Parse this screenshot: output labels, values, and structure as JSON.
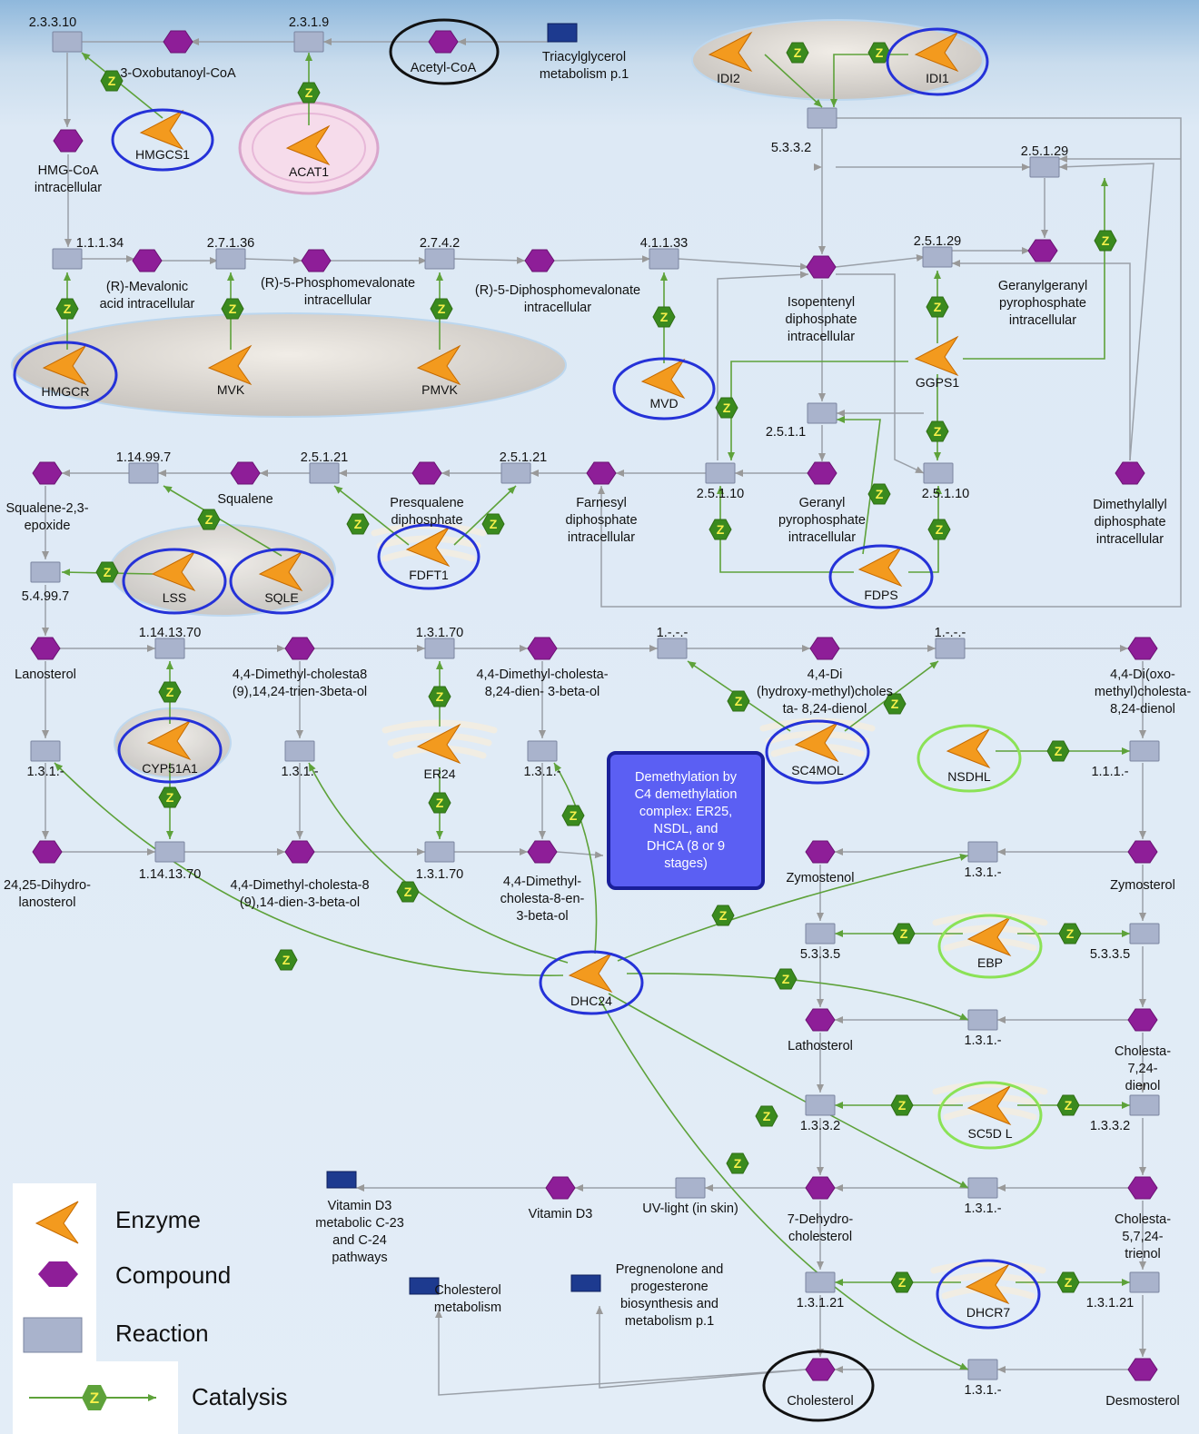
{
  "compounds": [
    {
      "id": "3oxo",
      "label": "3-Oxobutanoyl-CoA"
    },
    {
      "id": "acetyl",
      "label": "Acetyl-CoA"
    },
    {
      "id": "hmgcoa",
      "label": "HMG-CoA\nintracellular"
    },
    {
      "id": "mevalonic",
      "label": "(R)-Mevalonic\nacid intracellular"
    },
    {
      "id": "phosphomev",
      "label": "(R)-5-Phosphomevalonate\nintracellular"
    },
    {
      "id": "diphosphomev",
      "label": "(R)-5-Diphosphomevalonate\nintracellular"
    },
    {
      "id": "ipp",
      "label": "Isopentenyl\ndiphosphate\nintracellular"
    },
    {
      "id": "ggpp",
      "label": "Geranylgeranyl\npyrophosphate\nintracellular"
    },
    {
      "id": "squalene_epox",
      "label": "Squalene-2,3-\nepoxide"
    },
    {
      "id": "squalene",
      "label": "Squalene"
    },
    {
      "id": "presqualene",
      "label": "Presqualene\ndiphosphate"
    },
    {
      "id": "farnesyl",
      "label": "Farnesyl\ndiphosphate\nintracellular"
    },
    {
      "id": "geranyl",
      "label": "Geranyl\npyrophosphate\nintracellular"
    },
    {
      "id": "dmapp",
      "label": "Dimethylallyl\ndiphosphate\nintracellular"
    },
    {
      "id": "lanosterol",
      "label": "Lanosterol"
    },
    {
      "id": "dmc_trien",
      "label": "4,4-Dimethyl-cholesta8\n(9),14,24-trien-3beta-ol"
    },
    {
      "id": "dmc_dien",
      "label": "4,4-Dimethyl-cholesta-\n8,24-dien- 3-beta-ol"
    },
    {
      "id": "dihydroxy",
      "label": "4,4-Di\n(hydroxy-methyl)choles\nta- 8,24-dienol"
    },
    {
      "id": "dioxo",
      "label": "4,4-Di(oxo-\nmethyl)cholesta-\n8,24-dienol"
    },
    {
      "id": "dihydrolan",
      "label": "24,25-Dihydro-\nlanosterol"
    },
    {
      "id": "dmc_14dien",
      "label": "4,4-Dimethyl-cholesta-8\n(9),14-dien-3-beta-ol"
    },
    {
      "id": "dmc_8en",
      "label": "4,4-Dimethyl-\ncholesta-8-en-\n3-beta-ol"
    },
    {
      "id": "zymostenol",
      "label": "Zymostenol"
    },
    {
      "id": "zymosterol",
      "label": "Zymosterol"
    },
    {
      "id": "lathosterol",
      "label": "Lathosterol"
    },
    {
      "id": "cholesta724",
      "label": "Cholesta-\n7,24-dienol"
    },
    {
      "id": "vitd3",
      "label": "Vitamin D3"
    },
    {
      "id": "dehydrochol",
      "label": "7-Dehydro-\ncholesterol"
    },
    {
      "id": "cholesta5724",
      "label": "Cholesta-\n5,7,24-trienol"
    },
    {
      "id": "cholesterol",
      "label": "Cholesterol"
    },
    {
      "id": "desmosterol",
      "label": "Desmosterol"
    }
  ],
  "reactions": [
    {
      "id": "r2331",
      "label": "2.3.3.10"
    },
    {
      "id": "r2319",
      "label": "2.3.1.9"
    },
    {
      "id": "r5332a",
      "label": "5.3.3.2"
    },
    {
      "id": "r25129a",
      "label": "2.5.1.29"
    },
    {
      "id": "r25129b",
      "label": "2.5.1.29"
    },
    {
      "id": "r11134",
      "label": "1.1.1.34"
    },
    {
      "id": "r27136",
      "label": "2.7.1.36"
    },
    {
      "id": "r2742",
      "label": "2.7.4.2"
    },
    {
      "id": "r41133",
      "label": "4.1.1.33"
    },
    {
      "id": "r2511",
      "label": "2.5.1.1"
    },
    {
      "id": "r114997",
      "label": "1.14.99.7"
    },
    {
      "id": "r25121a",
      "label": "2.5.1.21"
    },
    {
      "id": "r25121b",
      "label": "2.5.1.21"
    },
    {
      "id": "r25110a",
      "label": "2.5.1.10"
    },
    {
      "id": "r25110b",
      "label": "2.5.1.10"
    },
    {
      "id": "r54997",
      "label": "5.4.99.7"
    },
    {
      "id": "r1141370a",
      "label": "1.14.13.70"
    },
    {
      "id": "r13170a",
      "label": "1.3.1.70"
    },
    {
      "id": "r1dash_a",
      "label": "1.-.-.-"
    },
    {
      "id": "r1dash_b",
      "label": "1.-.-.-"
    },
    {
      "id": "r131a",
      "label": "1.3.1.-"
    },
    {
      "id": "r131b",
      "label": "1.3.1.-"
    },
    {
      "id": "r131c",
      "label": "1.3.1.-"
    },
    {
      "id": "r111",
      "label": "1.1.1.-"
    },
    {
      "id": "r1141370b",
      "label": "1.14.13.70"
    },
    {
      "id": "r13170b",
      "label": "1.3.1.70"
    },
    {
      "id": "r131d",
      "label": "1.3.1.-"
    },
    {
      "id": "r5335a",
      "label": "5.3.3.5"
    },
    {
      "id": "r5335b",
      "label": "5.3.3.5"
    },
    {
      "id": "r131e",
      "label": "1.3.1.-"
    },
    {
      "id": "r1332a",
      "label": "1.3.3.2"
    },
    {
      "id": "r1332b",
      "label": "1.3.3.2"
    },
    {
      "id": "ruv",
      "label": "UV-light (in skin)"
    },
    {
      "id": "r131f",
      "label": "1.3.1.-"
    },
    {
      "id": "r13121a",
      "label": "1.3.1.21"
    },
    {
      "id": "r13121b",
      "label": "1.3.1.21"
    },
    {
      "id": "r131g",
      "label": "1.3.1.-"
    }
  ],
  "links": [
    {
      "id": "tag",
      "label": "Triacylglycerol\nmetabolism p.1"
    },
    {
      "id": "vitd3path",
      "label": "Vitamin D3\nmetabolic C-23\nand C-24\npathways"
    },
    {
      "id": "cholmet",
      "label": "Cholesterol\nmetabolism"
    },
    {
      "id": "pregnen",
      "label": "Pregnenolone and\nprogesterone\nbiosynthesis and\nmetabolism p.1"
    }
  ],
  "enzymes": [
    {
      "id": "HMGCS1",
      "label": "HMGCS1",
      "circle": "blue"
    },
    {
      "id": "ACAT1",
      "label": "ACAT1",
      "circle": "none"
    },
    {
      "id": "IDI2",
      "label": "IDI2",
      "circle": "none"
    },
    {
      "id": "IDI1",
      "label": "IDI1",
      "circle": "blue"
    },
    {
      "id": "HMGCR",
      "label": "HMGCR",
      "circle": "blue"
    },
    {
      "id": "MVK",
      "label": "MVK",
      "circle": "none"
    },
    {
      "id": "PMVK",
      "label": "PMVK",
      "circle": "none"
    },
    {
      "id": "MVD",
      "label": "MVD",
      "circle": "blue"
    },
    {
      "id": "GGPS1",
      "label": "GGPS1",
      "circle": "none"
    },
    {
      "id": "LSS",
      "label": "LSS",
      "circle": "blue"
    },
    {
      "id": "SQLE",
      "label": "SQLE",
      "circle": "blue"
    },
    {
      "id": "FDFT1",
      "label": "FDFT1",
      "circle": "blue"
    },
    {
      "id": "FDPS",
      "label": "FDPS",
      "circle": "blue"
    },
    {
      "id": "CYP51A1",
      "label": "CYP51A1",
      "circle": "blue"
    },
    {
      "id": "ER24",
      "label": "ER24",
      "circle": "none"
    },
    {
      "id": "SC4MOL",
      "label": "SC4MOL",
      "circle": "blue"
    },
    {
      "id": "NSDHL",
      "label": "NSDHL",
      "circle": "green"
    },
    {
      "id": "EBP",
      "label": "EBP",
      "circle": "green"
    },
    {
      "id": "DHC24",
      "label": "DHC24",
      "circle": "blue"
    },
    {
      "id": "SC5DL",
      "label": "SC5D L",
      "circle": "green"
    },
    {
      "id": "DHCR7",
      "label": "DHCR7",
      "circle": "blue"
    }
  ],
  "note": "Demethylation by\nC4 demethylation\ncomplex: ER25,\nNSDL, and\nDHCA (8 or 9\nstages)",
  "legend": {
    "enzyme": "Enzyme",
    "compound": "Compound",
    "reaction": "Reaction",
    "catalysis": "Catalysis",
    "catalysis_symbol": "Z"
  },
  "catalysis_symbol": "Z",
  "colors": {
    "enzyme": "#f39a1e",
    "compound": "#8e1e98",
    "reaction": "#a9b3cc",
    "catalysis": "#5ea23a",
    "link_box": "#1d3a8f",
    "circle_blue": "#2532d8",
    "circle_green": "#8be256",
    "circle_black": "#111111",
    "note_box": "#5b5ff3"
  }
}
